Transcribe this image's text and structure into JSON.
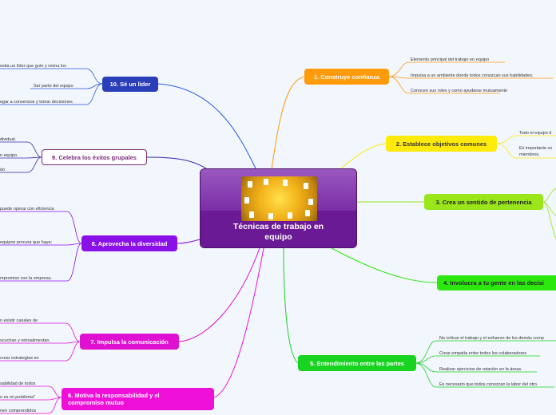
{
  "central": {
    "title_line1": "Técnicas de trabajo en",
    "title_line2": "equipo"
  },
  "branches": {
    "b1": {
      "label": "1. Construye confianza",
      "color": "#ff9a0a",
      "leaves": [
        "Elemento principal del trabajo en equipo",
        "Impulsa a un ambiente donde todos conozcan sus habilidades.",
        "Conocen sus roles y como ayudarse mutuamente"
      ]
    },
    "b2": {
      "label": "2. Establece objetivos comunes",
      "color": "#ffea0a",
      "leaves": [
        "Todo el equipo d",
        "Es importante co",
        "miembros."
      ]
    },
    "b3": {
      "label": "3. Crea un sentido de pertenencia",
      "color": "#9be61a"
    },
    "b4": {
      "label": "4. Involucra a tu gente en las decisi",
      "color": "#2de80f"
    },
    "b5": {
      "label": "5. Entendimiento entre las partes",
      "color": "#18d420",
      "leaves": [
        "No criticar el trabajo y el esfuerzo de los demás comp",
        "Crear empatía entre todos los colaboradores",
        "Realizar ejercicios de rotación en la áreas.",
        "Es necesario que todos conozcan la labor del otro."
      ]
    },
    "b6": {
      "label_line1": "6. Motiva la responsabilidad y el",
      "label_line2": "compromiso mutuo",
      "color": "#ee10d8",
      "leaves": [
        "sabilidad de todos",
        "o es mi problema\"",
        "nen comprendidos"
      ]
    },
    "b7": {
      "label": "7. Impulsa la comunicación",
      "color": "#e010d2",
      "leaves": [
        "n existir canales de",
        "scuchan y retroalimentan.",
        "crear estrategias en"
      ]
    },
    "b8": {
      "label": "8. Aprovecha la diversidad",
      "color": "#8a10e8",
      "leaves": [
        "puede operar con eficiencia",
        "equipos procura que haya:",
        "mpromiso con la empresa."
      ]
    },
    "b9": {
      "label": "9. Celebra los éxitos grupales",
      "color": "#ffffff",
      "text_color": "#7a2a7a",
      "border": "#7a2a7a",
      "leaves": [
        "dividual.",
        "n equipo.",
        "do"
      ]
    },
    "b10": {
      "label": "10. Sé un líder",
      "color": "#2a3eb8",
      "leaves": [
        "esita un líder que guíe y reúna los",
        "Ser parte del equipo",
        "egar a consensos y tomar decisiones"
      ]
    }
  }
}
